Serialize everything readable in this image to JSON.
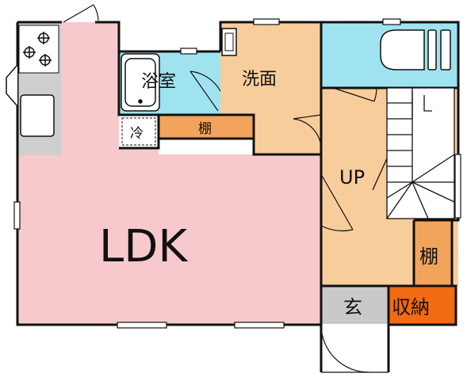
{
  "rooms": {
    "ldk": "LDK",
    "bath": "浴室",
    "washroom": "洗面",
    "fridge": "冷",
    "shelf_upper": "棚",
    "stairs": "UP",
    "shelf_right": "棚",
    "entrance": "玄",
    "storage": "収納"
  },
  "colors": {
    "ldk": "#f7c9cc",
    "wood": "#f8cd9c",
    "tile": "#9fe3f0",
    "shelf": "#f2a35c",
    "storage": "#f26a11",
    "entrance": "#c9c9c9",
    "counter": "#cfcfcf",
    "wall": "#111111"
  },
  "icons": {
    "stove": "stove-icon",
    "sink": "sink-icon",
    "bathtub": "bathtub-icon",
    "toilet": "toilet-icon"
  }
}
